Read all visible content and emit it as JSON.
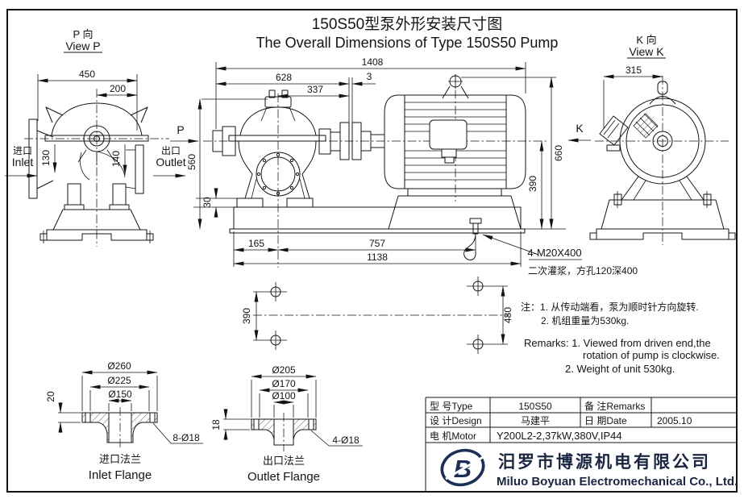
{
  "colors": {
    "line": "#141414",
    "brand": "#1d2e55"
  },
  "title": {
    "zh": "150S50型泵外形安装尺寸图",
    "en": "The Overall Dimensions of Type 150S50 Pump"
  },
  "view_p": {
    "label_zh": "P 向",
    "label_en": "View P",
    "d450": "450",
    "d200": "200",
    "d130": "130",
    "d140": "140",
    "inlet_zh": "进口",
    "inlet_en": "Inlet",
    "outlet_zh": "出口",
    "outlet_en": "Outlet"
  },
  "main": {
    "p_label": "P",
    "k_label": "K",
    "d1408": "1408",
    "d628": "628",
    "d337": "337",
    "d3": "3",
    "d560": "560",
    "d30": "30",
    "d165": "165",
    "d757": "757",
    "d1138": "1138",
    "d390": "390",
    "d660": "660",
    "anchor_bolts": "4-M20X400",
    "grout_note": "二次灌浆，方孔120深400"
  },
  "view_k": {
    "label_zh": "K 向",
    "label_en": "View K",
    "d315": "315"
  },
  "foundation": {
    "d390": "390",
    "d480": "480"
  },
  "notes": {
    "zh1": "注：1. 从传动端看，泵为顺时针方向旋转.",
    "zh2": "2. 机组重量为530kg.",
    "en1": "Remarks: 1. Viewed from driven end,the",
    "en2": "rotation of pump is  clockwise.",
    "en3": "2. Weight of unit 530kg."
  },
  "inlet_flange": {
    "d_outer": "Ø260",
    "d_bolt": "Ø225",
    "d_bore": "Ø150",
    "thickness": "20",
    "holes": "8-Ø18",
    "label_zh": "进口法兰",
    "label_en": "Inlet Flange"
  },
  "outlet_flange": {
    "d_outer": "Ø205",
    "d_bolt": "Ø170",
    "d_bore": "Ø100",
    "thickness": "18",
    "holes": "4-Ø18",
    "label_zh": "出口法兰",
    "label_en": "Outlet Flange"
  },
  "title_block": {
    "type_label": "型 号Type",
    "type_value": "150S50",
    "remarks_label": "备 注Remarks",
    "remarks_value": "",
    "design_label": "设 计Design",
    "design_value": "马建平",
    "date_label": "日 期Date",
    "date_value": "2005.10",
    "motor_label": "电 机Motor",
    "motor_value": "Y200L2-2,37kW,380V,IP44"
  },
  "company": {
    "logo_letter": "B",
    "name_zh": "汨罗市博源机电有限公司",
    "name_en": "Miluo Boyuan Electromechanical Co., Ltd."
  }
}
